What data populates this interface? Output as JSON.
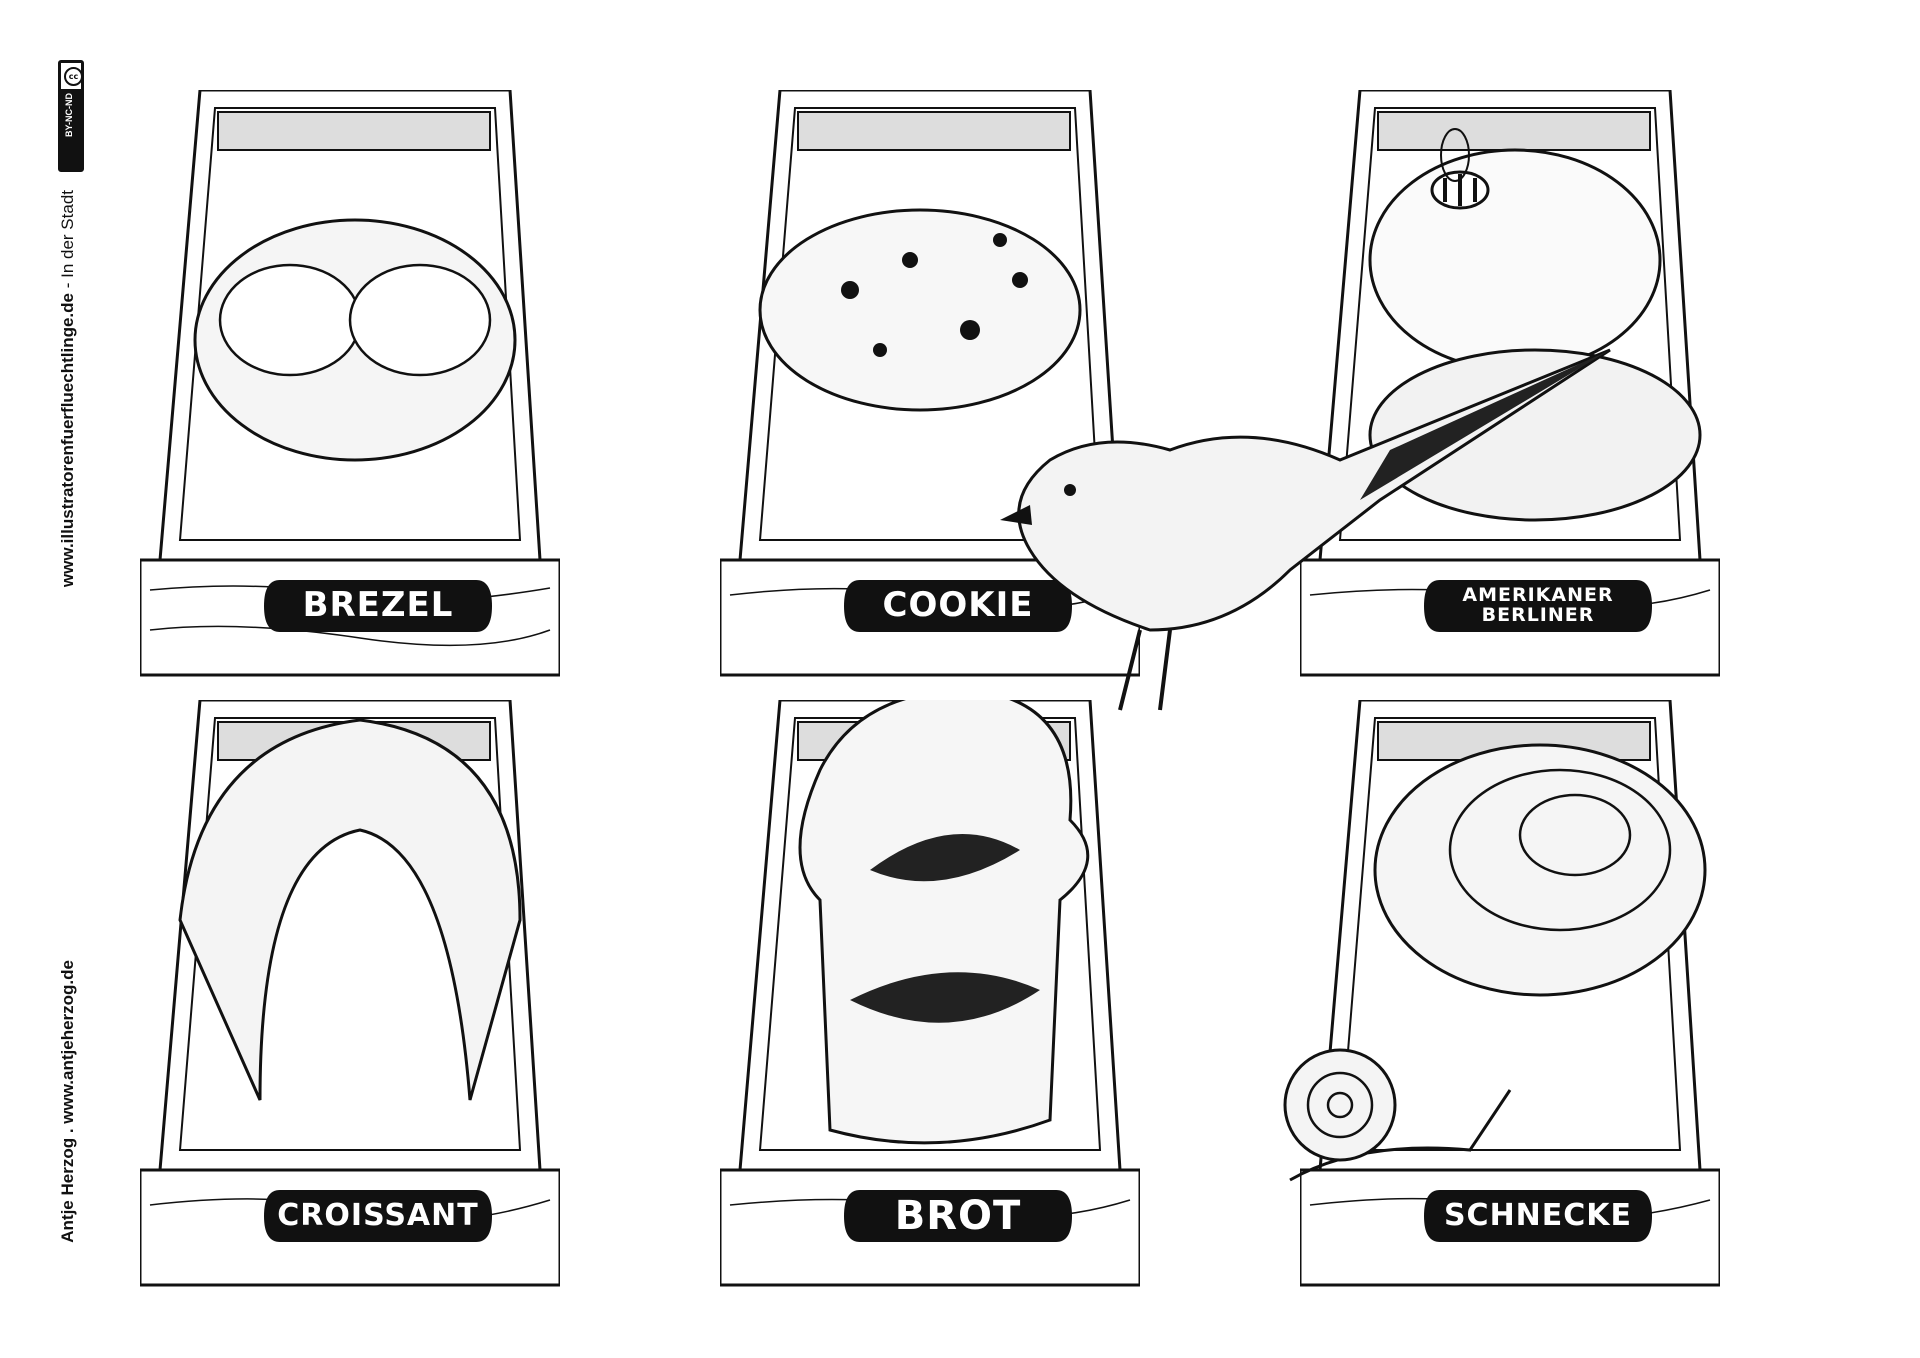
{
  "credits": {
    "license": "BY-NC-ND",
    "license_mark": "cc",
    "site_url": "www.illustratorenfuerfluechtlinge.de",
    "site_suffix": " - In der Stadt",
    "author": "Antje Herzog",
    "author_separator": " . ",
    "author_url": "www.antjeherzog.de"
  },
  "cards": [
    {
      "label": "BREZEL",
      "item": "pretzel-illustration"
    },
    {
      "label": "COOKIE",
      "item": "cookie-illustration"
    },
    {
      "label": "AMERIKANER BERLINER",
      "item": "amerikaner-berliner-illustration"
    },
    {
      "label": "CROISSANT",
      "item": "croissant-illustration"
    },
    {
      "label": "BROT",
      "item": "bread-illustration"
    },
    {
      "label": "SCHNECKE",
      "item": "cinnamon-roll-illustration"
    }
  ],
  "colors": {
    "ink": "#111111",
    "paper": "#ffffff"
  }
}
